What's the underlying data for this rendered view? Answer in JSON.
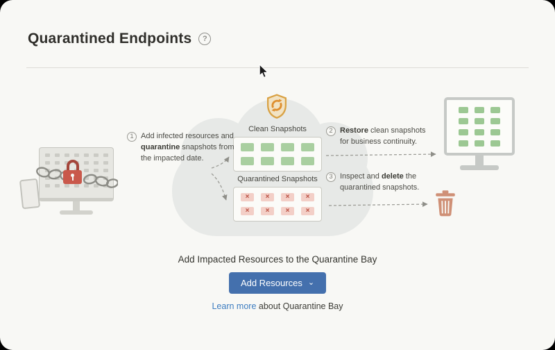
{
  "page": {
    "title": "Quarantined Endpoints",
    "help_icon": "?"
  },
  "diagram": {
    "clean_label": "Clean Snapshots",
    "quarantined_label": "Quarantined Snapshots",
    "steps": [
      {
        "number": "1",
        "pre": "Add infected resources and ",
        "bold": "quarantine",
        "post": " snapshots from the impacted date."
      },
      {
        "number": "2",
        "pre": "",
        "bold": "Restore",
        "post": " clean snapshots for business continuity."
      },
      {
        "number": "3",
        "pre": "Inspect and ",
        "bold": "delete",
        "post": " the quarantined snapshots."
      }
    ]
  },
  "icons": {
    "x_mark": "×",
    "chevron_down": "⌄"
  },
  "footer": {
    "prompt": "Add Impacted Resources to the Quarantine Bay",
    "button_label": "Add Resources",
    "learn_more_link": "Learn more",
    "learn_more_rest": " about Quarantine Bay"
  },
  "colors": {
    "accent_blue": "#4470AD",
    "link_blue": "#3C7CC0",
    "clean_green": "#A9CFA0",
    "quarantine_red": "#B94E40",
    "shield_gold": "#D9A245"
  }
}
